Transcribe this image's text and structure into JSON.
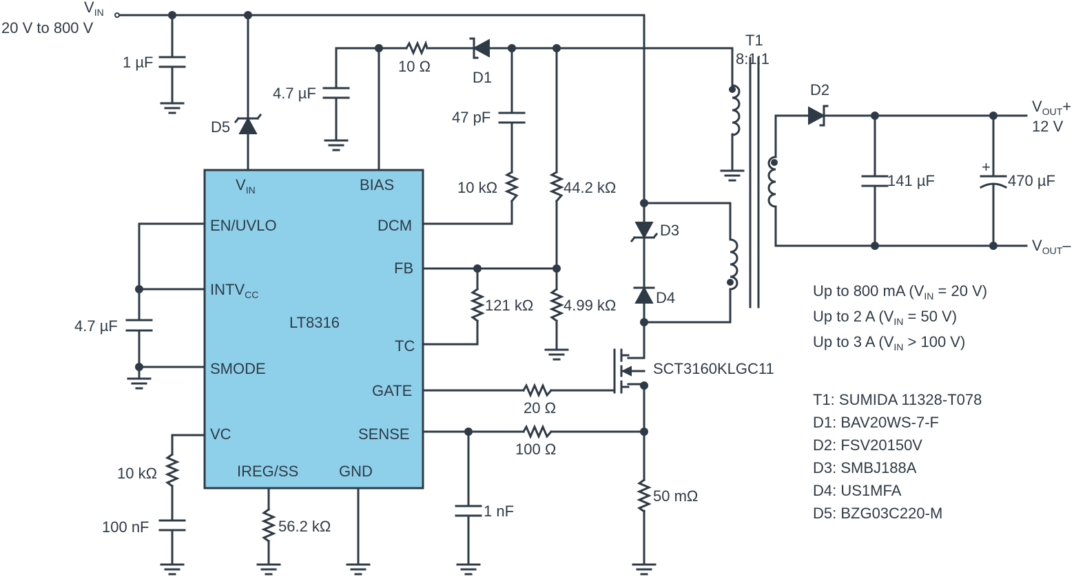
{
  "input": {
    "label": "V",
    "sub": "IN",
    "range": "20 V to 800 V"
  },
  "ic": {
    "name": "LT8316",
    "pins": {
      "vin": "V",
      "vin_sub": "IN",
      "bias": "BIAS",
      "en": "EN/UVLO",
      "dcm": "DCM",
      "fb": "FB",
      "intvcc": "INTV",
      "intvcc_sub": "CC",
      "tc": "TC",
      "smode": "SMODE",
      "gate": "GATE",
      "vc": "VC",
      "sense": "SENSE",
      "ireg": "IREG/SS",
      "gnd": "GND"
    }
  },
  "components": {
    "c_in": "1 µF",
    "c_bias": "4.7 µF",
    "r_bias": "10 Ω",
    "d1": "D1",
    "c_47p": "47 pF",
    "r_10k_dcm": "10 kΩ",
    "r_44k": "44.2 kΩ",
    "r_121k": "121 kΩ",
    "r_4k99": "4.99 kΩ",
    "d5": "D5",
    "c_intvcc": "4.7 µF",
    "d3": "D3",
    "d4": "D4",
    "mosfet": "SCT3160KLGC11",
    "r_gate": "20 Ω",
    "r_sense": "100 Ω",
    "r_shunt": "50 mΩ",
    "c_1n": "1 nF",
    "r_vc": "10 kΩ",
    "c_vc": "100 nF",
    "r_ireg": "56.2 kΩ",
    "t1": "T1",
    "t1_ratio": "8:1:1",
    "d2": "D2",
    "c_out1": "141 µF",
    "c_out2": "470 µF",
    "c_out2_pol": "+"
  },
  "output": {
    "pos_label": "V",
    "pos_sub": "OUT",
    "pos_sign": "+",
    "voltage": "12 V",
    "neg_label": "V",
    "neg_sub": "OUT",
    "neg_sign": "–"
  },
  "specs": [
    {
      "a": "Up to 800 mA (V",
      "sub": "IN",
      "b": " = 20 V)"
    },
    {
      "a": "Up to 2 A (V",
      "sub": "IN",
      "b": " = 50 V)"
    },
    {
      "a": "Up to 3 A (V",
      "sub": "IN",
      "b": " > 100 V)"
    }
  ],
  "bom": [
    "T1: SUMIDA 11328-T078",
    "D1: BAV20WS-7-F",
    "D2: FSV20150V",
    "D3: SMBJ188A",
    "D4: US1MFA",
    "D5: BZG03C220-M"
  ],
  "colors": {
    "ic_fill": "#8ed0ea",
    "wire": "#2e3a46"
  }
}
